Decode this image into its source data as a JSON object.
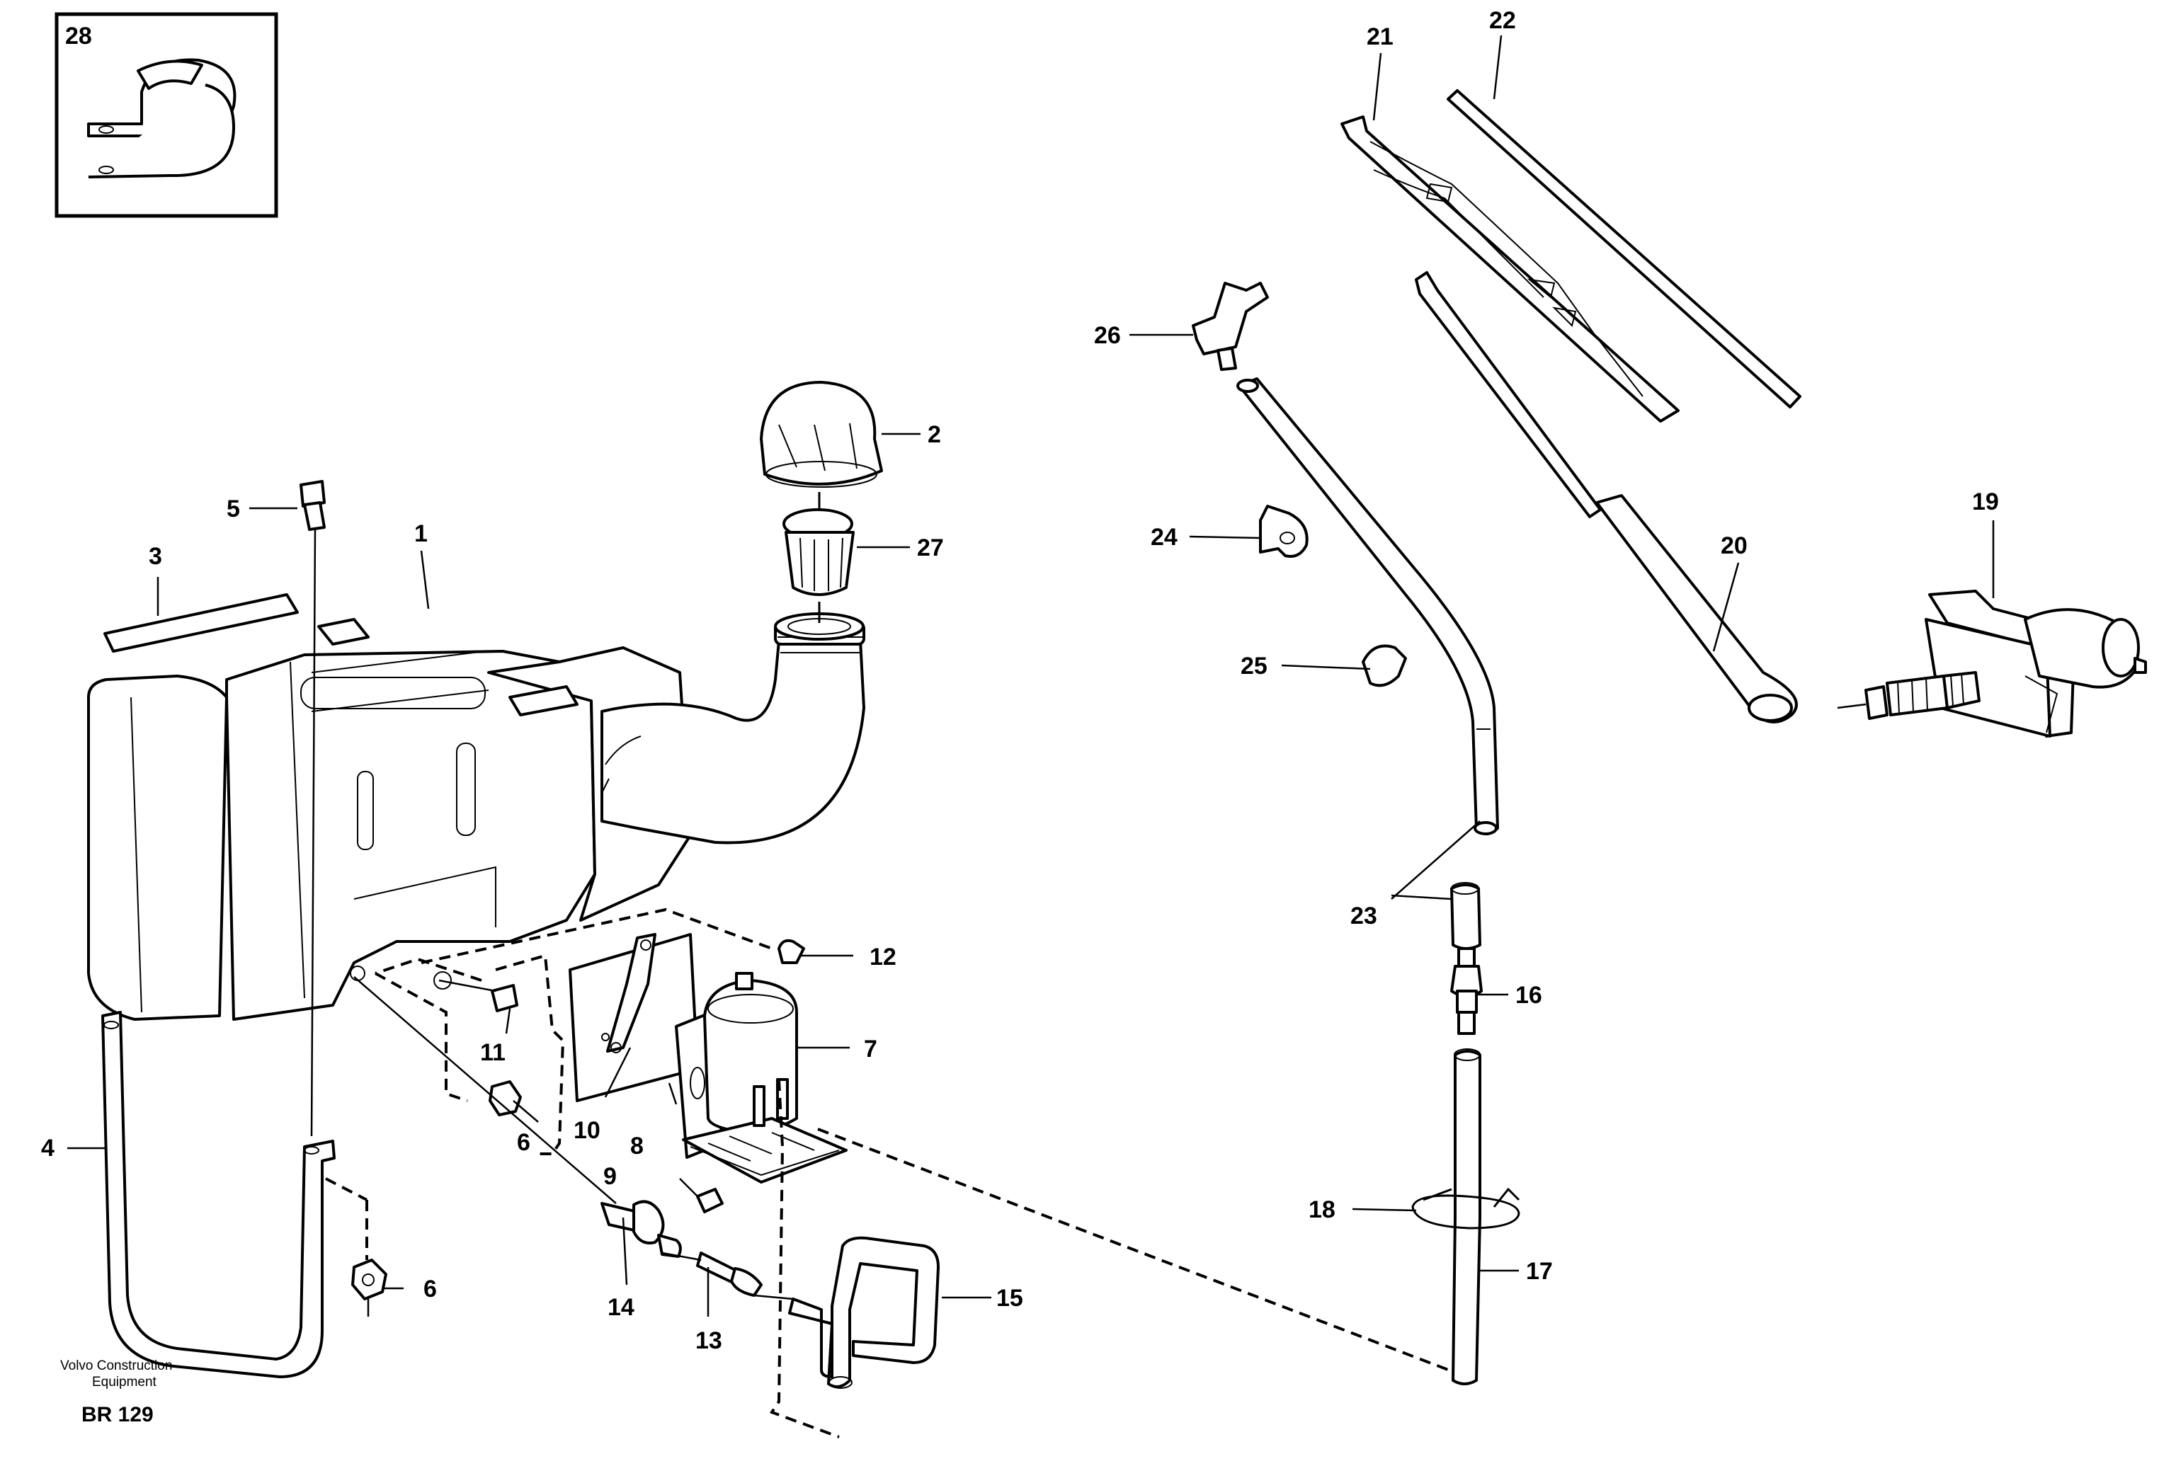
{
  "diagram": {
    "inset_label": "28",
    "callouts": {
      "c1": "1",
      "c2": "2",
      "c3": "3",
      "c4": "4",
      "c5": "5",
      "c6a": "6",
      "c6b": "6",
      "c7": "7",
      "c8": "8",
      "c9": "9",
      "c10": "10",
      "c11": "11",
      "c12": "12",
      "c13": "13",
      "c14": "14",
      "c15": "15",
      "c16": "16",
      "c17": "17",
      "c18": "18",
      "c19": "19",
      "c20": "20",
      "c21": "21",
      "c22": "22",
      "c23": "23",
      "c24": "24",
      "c25": "25",
      "c26": "26",
      "c27": "27"
    },
    "brand_line1": "Volvo Construction",
    "brand_line2": "Equipment",
    "drawing_code": "BR 129"
  }
}
